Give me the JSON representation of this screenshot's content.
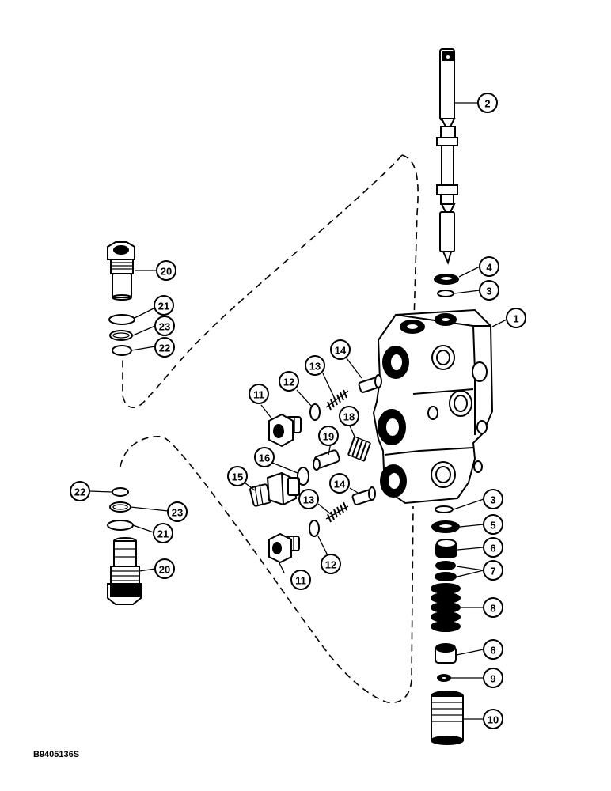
{
  "figure_id": "B9405136S",
  "callouts": {
    "c1": "1",
    "c2": "2",
    "c3a": "3",
    "c3b": "3",
    "c4": "4",
    "c5": "5",
    "c6a": "6",
    "c6b": "6",
    "c7": "7",
    "c8": "8",
    "c9": "9",
    "c10": "10",
    "c11a": "11",
    "c11b": "11",
    "c12a": "12",
    "c12b": "12",
    "c13a": "13",
    "c13b": "13",
    "c14a": "14",
    "c14b": "14",
    "c15": "15",
    "c16": "16",
    "c18": "18",
    "c19": "19",
    "c20a": "20",
    "c20b": "20",
    "c21a": "21",
    "c21b": "21",
    "c22a": "22",
    "c22b": "22",
    "c23a": "23",
    "c23b": "23"
  }
}
